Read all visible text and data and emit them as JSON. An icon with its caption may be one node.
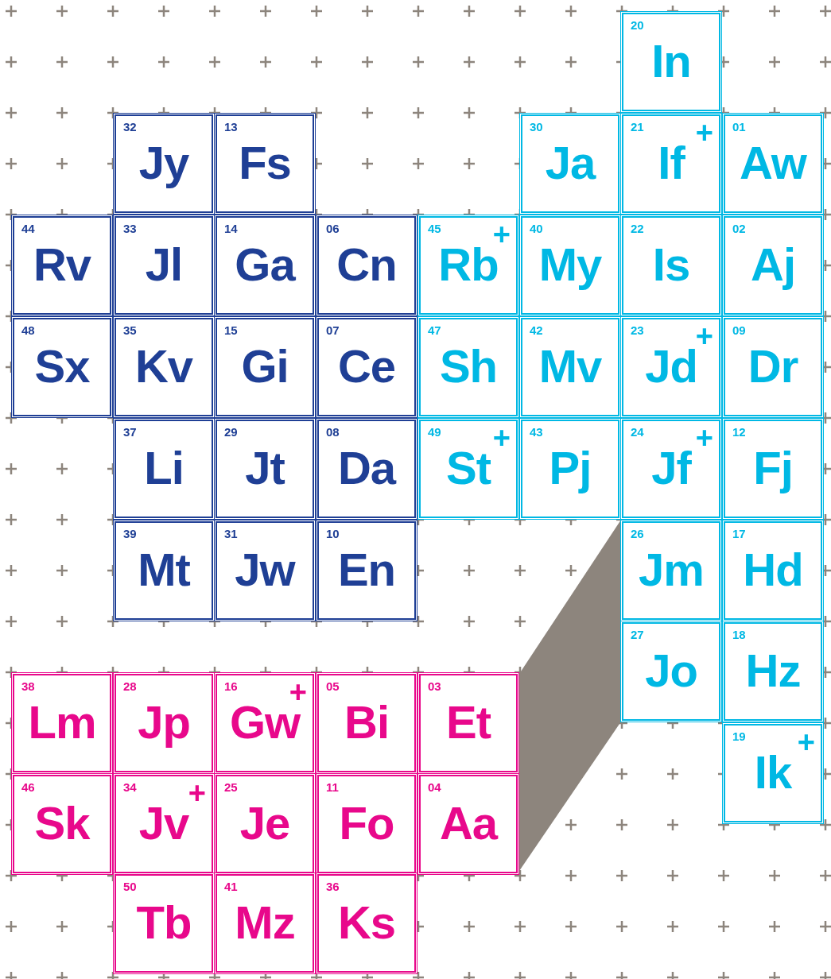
{
  "diagram": {
    "nodes": [
      {
        "text": [
          "20",
          "In"
        ]
      },
      {
        "text": [
          "32",
          "Jy"
        ]
      },
      {
        "text": [
          "13",
          "Fs"
        ]
      },
      {
        "text": [
          "30",
          "Ja"
        ]
      },
      {
        "text": [
          "21",
          "+",
          "If"
        ]
      },
      {
        "text": [
          "01",
          "Aw"
        ]
      },
      {
        "text": [
          "44",
          "Rv"
        ]
      },
      {
        "text": [
          "33",
          "Jl"
        ]
      },
      {
        "text": [
          "14",
          "Ga"
        ]
      },
      {
        "text": [
          "06",
          "Cn"
        ]
      },
      {
        "text": [
          "45",
          "+",
          "Rb"
        ]
      },
      {
        "text": [
          "40",
          "My"
        ]
      },
      {
        "text": [
          "22",
          "Is"
        ]
      },
      {
        "text": [
          "02",
          "Aj"
        ]
      },
      {
        "text": [
          "48",
          "Sx"
        ]
      },
      {
        "text": [
          "35",
          "Kv"
        ]
      },
      {
        "text": [
          "15",
          "Gi"
        ]
      },
      {
        "text": [
          "07",
          "Ce"
        ]
      },
      {
        "text": [
          "47",
          "Sh"
        ]
      },
      {
        "text": [
          "42",
          "Mv"
        ]
      },
      {
        "text": [
          "23",
          "+",
          "Jd"
        ]
      },
      {
        "text": [
          "09",
          "Dr"
        ]
      },
      {
        "text": [
          "37",
          "Li"
        ]
      },
      {
        "text": [
          "29",
          "Jt"
        ]
      },
      {
        "text": [
          "08",
          "Da"
        ]
      },
      {
        "text": [
          "49",
          "+",
          "St"
        ]
      },
      {
        "text": [
          "43",
          "Pj"
        ]
      },
      {
        "text": [
          "24",
          "+",
          "Jf"
        ]
      },
      {
        "text": [
          "12",
          "Fj"
        ]
      },
      {
        "text": [
          "39",
          "Mt"
        ]
      },
      {
        "text": [
          "31",
          "Jw"
        ]
      },
      {
        "text": [
          "10",
          "En"
        ]
      },
      {
        "text": [
          "26",
          "Jm"
        ]
      },
      {
        "text": [
          "17",
          "Hd"
        ]
      },
      {
        "text": [
          "27",
          "Jo"
        ]
      },
      {
        "text": [
          "18",
          "Hz"
        ]
      },
      {
        "text": [
          "38",
          "Lm"
        ]
      },
      {
        "text": [
          "28",
          "Jp"
        ]
      },
      {
        "text": [
          "16",
          "+",
          "Gw"
        ]
      },
      {
        "text": [
          "05",
          "Bi"
        ]
      },
      {
        "text": [
          "03",
          "Et"
        ]
      },
      {
        "text": [
          "19",
          "+",
          "Ik"
        ]
      },
      {
        "text": [
          "46",
          "Sk"
        ]
      },
      {
        "text": [
          "34",
          "+",
          "Jv"
        ]
      },
      {
        "text": [
          "25",
          "Je"
        ]
      },
      {
        "text": [
          "11",
          "Fo"
        ]
      },
      {
        "text": [
          "04",
          "Aa"
        ]
      },
      {
        "text": [
          "50",
          "Tb"
        ]
      },
      {
        "text": [
          "41",
          "Mz"
        ]
      },
      {
        "text": [
          "36",
          "Ks"
        ]
      },
      {
        "text": [],
        "shape": "band"
      }
    ]
  }
}
